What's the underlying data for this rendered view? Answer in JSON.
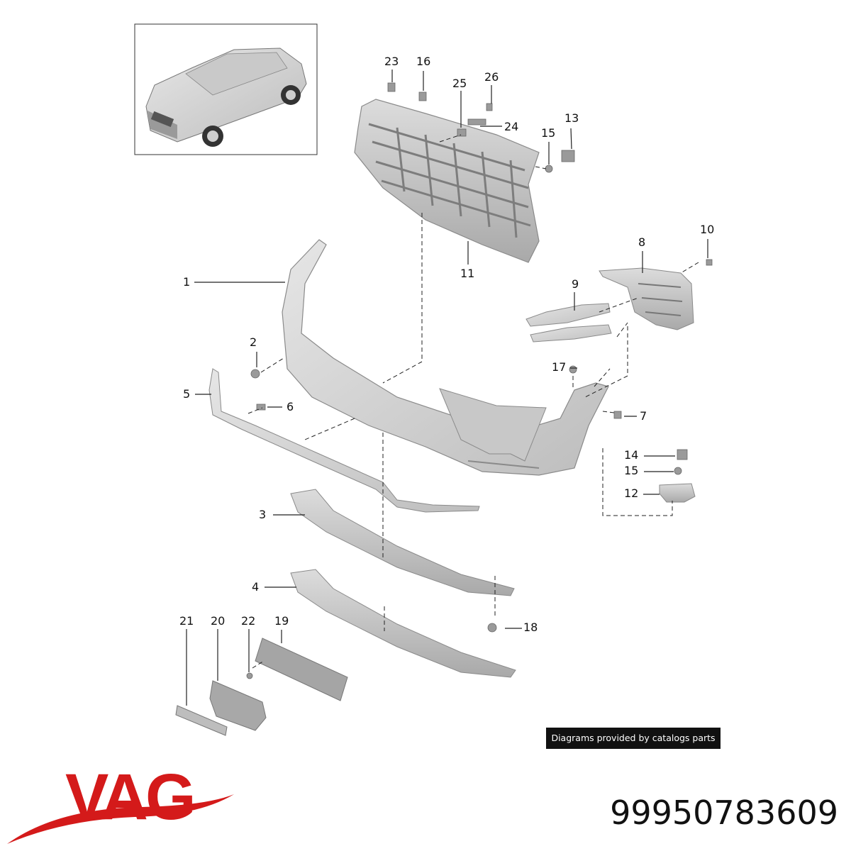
{
  "callouts": {
    "c1": "1",
    "c2": "2",
    "c3": "3",
    "c4": "4",
    "c5": "5",
    "c6": "6",
    "c7": "7",
    "c8": "8",
    "c9": "9",
    "c10": "10",
    "c11": "11",
    "c12": "12",
    "c13": "13",
    "c14": "14",
    "c15a": "15",
    "c15b": "15",
    "c16": "16",
    "c17": "17",
    "c18": "18",
    "c19": "19",
    "c20": "20",
    "c21": "21",
    "c22": "22",
    "c23": "23",
    "c24": "24",
    "c25": "25",
    "c26": "26"
  },
  "credit": "Diagrams provided by catalogs parts",
  "brand": {
    "logo_text": "VAG",
    "color": "#d41a1a"
  },
  "part_number": "99950783609",
  "colors": {
    "part_fill": "#d4d4d4",
    "part_stroke": "#8a8a8a",
    "line": "#222222",
    "background": "#ffffff"
  }
}
